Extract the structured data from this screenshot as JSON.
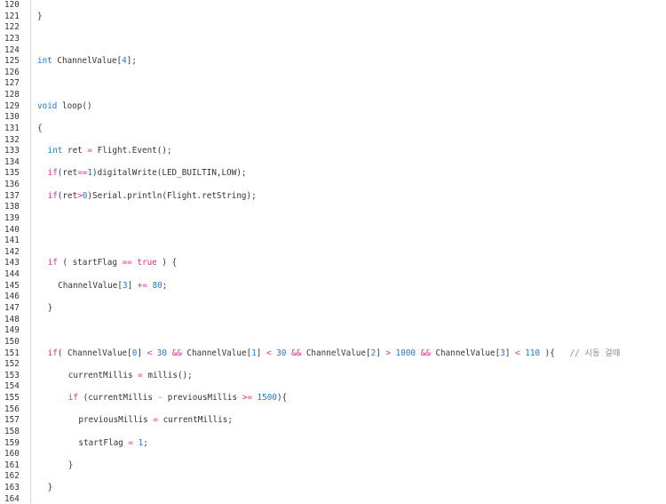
{
  "editor": {
    "line_numbers": [
      "120",
      "121",
      "122",
      "123",
      "124",
      "125",
      "126",
      "127",
      "128",
      "129",
      "130",
      "131",
      "132",
      "133",
      "134",
      "135",
      "136",
      "137",
      "138",
      "139",
      "140",
      "141",
      "142",
      "143",
      "144",
      "145",
      "146",
      "147",
      "148",
      "149",
      "150",
      "151",
      "152",
      "153",
      "154",
      "155",
      "156",
      "157",
      "158",
      "159",
      "160",
      "161",
      "162",
      "163",
      "164"
    ],
    "lines": [
      {
        "n": 121,
        "indent": 0,
        "tokens": [
          [
            "p",
            "}"
          ]
        ]
      },
      {
        "n": 125,
        "indent": 0,
        "tokens": [
          [
            "ty",
            "int"
          ],
          [
            "p",
            " ChannelValue["
          ],
          [
            "nm",
            "4"
          ],
          [
            "p",
            "];"
          ]
        ]
      },
      {
        "n": 129,
        "indent": 0,
        "tokens": [
          [
            "ty",
            "void"
          ],
          [
            "p",
            " loop()"
          ]
        ]
      },
      {
        "n": 131,
        "indent": 0,
        "tokens": [
          [
            "p",
            "{"
          ]
        ]
      },
      {
        "n": 133,
        "indent": 1,
        "tokens": [
          [
            "ty",
            "int"
          ],
          [
            "p",
            " ret "
          ],
          [
            "op",
            "="
          ],
          [
            "p",
            " Flight.Event();"
          ]
        ]
      },
      {
        "n": 135,
        "indent": 1,
        "tokens": [
          [
            "kw",
            "if"
          ],
          [
            "p",
            "(ret"
          ],
          [
            "op",
            "=="
          ],
          [
            "nm",
            "1"
          ],
          [
            "p",
            ")digitalWrite(LED_BUILTIN,LOW);"
          ]
        ]
      },
      {
        "n": 137,
        "indent": 1,
        "tokens": [
          [
            "kw",
            "if"
          ],
          [
            "p",
            "(ret"
          ],
          [
            "op",
            ">"
          ],
          [
            "nm",
            "0"
          ],
          [
            "p",
            ")Serial.println(Flight.retString);"
          ]
        ]
      },
      {
        "n": 143,
        "indent": 1,
        "tokens": [
          [
            "kw",
            "if"
          ],
          [
            "p",
            " ( startFlag "
          ],
          [
            "op",
            "=="
          ],
          [
            "p",
            " "
          ],
          [
            "kw",
            "true"
          ],
          [
            "p",
            " ) {"
          ]
        ]
      },
      {
        "n": 145,
        "indent": 2,
        "tokens": [
          [
            "p",
            "ChannelValue["
          ],
          [
            "nm",
            "3"
          ],
          [
            "p",
            "] "
          ],
          [
            "op",
            "+="
          ],
          [
            "p",
            " "
          ],
          [
            "nm",
            "80"
          ],
          [
            "p",
            ";"
          ]
        ]
      },
      {
        "n": 147,
        "indent": 1,
        "tokens": [
          [
            "p",
            "}"
          ]
        ]
      },
      {
        "n": 151,
        "indent": 1,
        "tokens": [
          [
            "kw",
            "if"
          ],
          [
            "p",
            "( ChannelValue["
          ],
          [
            "nm",
            "0"
          ],
          [
            "p",
            "] "
          ],
          [
            "op",
            "<"
          ],
          [
            "p",
            " "
          ],
          [
            "nm",
            "30"
          ],
          [
            "p",
            " "
          ],
          [
            "op",
            "&&"
          ],
          [
            "p",
            " ChannelValue["
          ],
          [
            "nm",
            "1"
          ],
          [
            "p",
            "] "
          ],
          [
            "op",
            "<"
          ],
          [
            "p",
            " "
          ],
          [
            "nm",
            "30"
          ],
          [
            "p",
            " "
          ],
          [
            "op",
            "&&"
          ],
          [
            "p",
            " ChannelValue["
          ],
          [
            "nm",
            "2"
          ],
          [
            "p",
            "] "
          ],
          [
            "op",
            ">"
          ],
          [
            "p",
            " "
          ],
          [
            "nm",
            "1000"
          ],
          [
            "p",
            " "
          ],
          [
            "op",
            "&&"
          ],
          [
            "p",
            " ChannelValue["
          ],
          [
            "nm",
            "3"
          ],
          [
            "p",
            "] "
          ],
          [
            "op",
            "<"
          ],
          [
            "p",
            " "
          ],
          [
            "nm",
            "110"
          ],
          [
            "p",
            " ){   "
          ],
          [
            "cm",
            "// 시동 걸때"
          ]
        ]
      },
      {
        "n": 153,
        "indent": 3,
        "tokens": [
          [
            "p",
            "currentMillis "
          ],
          [
            "op",
            "="
          ],
          [
            "p",
            " millis();"
          ]
        ]
      },
      {
        "n": 155,
        "indent": 3,
        "tokens": [
          [
            "kw",
            "if"
          ],
          [
            "p",
            " (currentMillis "
          ],
          [
            "op",
            "-"
          ],
          [
            "p",
            " previousMillis "
          ],
          [
            "op",
            ">="
          ],
          [
            "p",
            " "
          ],
          [
            "nm",
            "1500"
          ],
          [
            "p",
            "){"
          ]
        ]
      },
      {
        "n": 157,
        "indent": 4,
        "tokens": [
          [
            "p",
            "previousMillis "
          ],
          [
            "op",
            "="
          ],
          [
            "p",
            " currentMillis;"
          ]
        ]
      },
      {
        "n": 159,
        "indent": 4,
        "tokens": [
          [
            "p",
            "startFlag "
          ],
          [
            "op",
            "="
          ],
          [
            "p",
            " "
          ],
          [
            "nm",
            "1"
          ],
          [
            "p",
            ";"
          ]
        ]
      },
      {
        "n": 161,
        "indent": 3,
        "tokens": [
          [
            "p",
            "}"
          ]
        ]
      },
      {
        "n": 163,
        "indent": 1,
        "tokens": [
          [
            "p",
            "}"
          ]
        ]
      }
    ]
  }
}
